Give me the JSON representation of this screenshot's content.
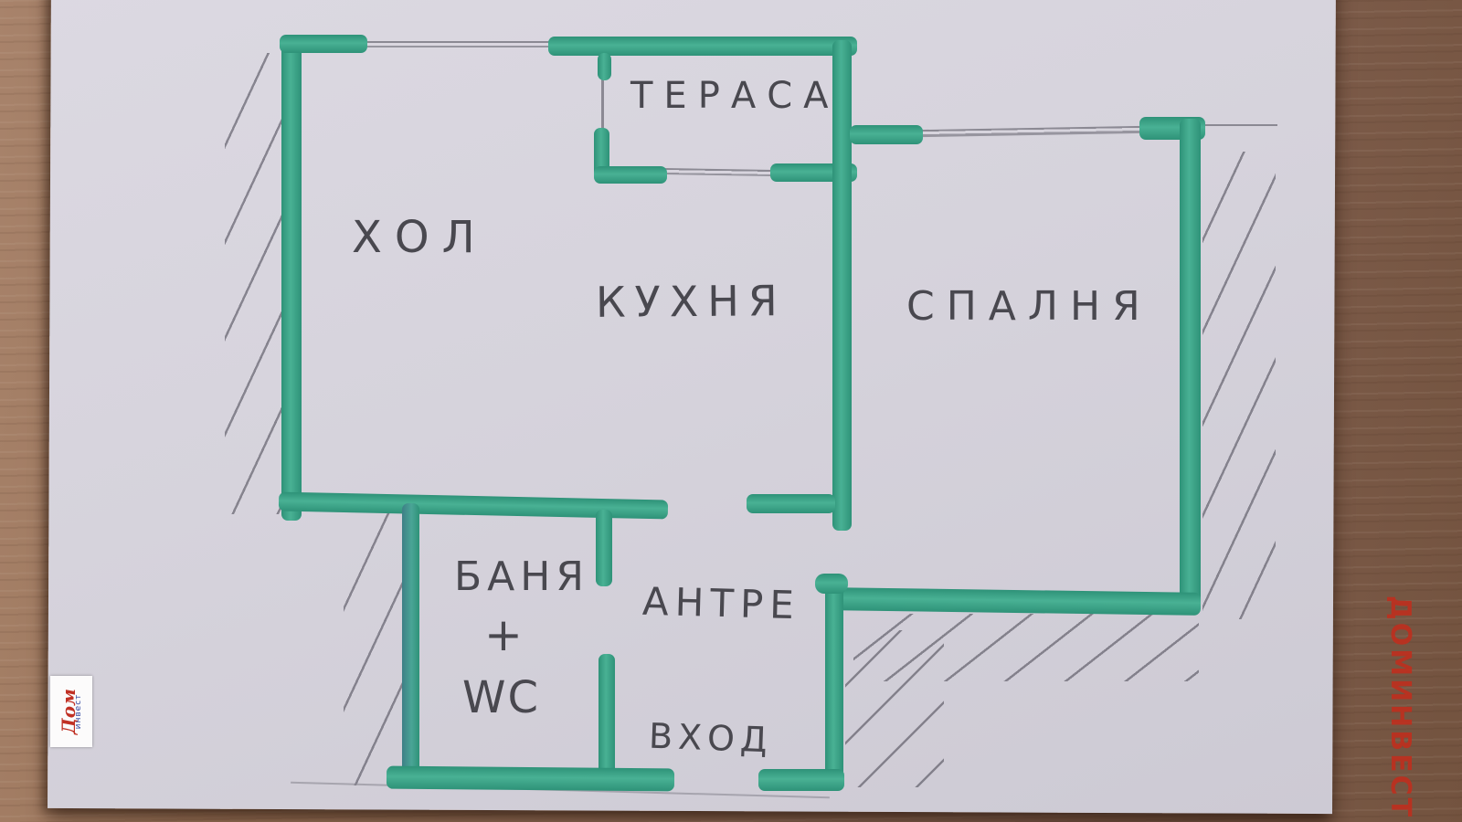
{
  "scene": {
    "description": "Hand-drawn apartment floor plan, teal marker and pencil on paper, photographed on a wooden table"
  },
  "rooms": {
    "terrace": "ТЕРАСА",
    "hall": "ХОЛ",
    "kitchen": "КУХНЯ",
    "bedroom": "СПАЛНЯ",
    "bathroom_line1": "БАНЯ",
    "bathroom_line2": "+",
    "bathroom_line3": "WC",
    "entry_hall": "АНТРЕ",
    "entrance": "ВХОД"
  },
  "branding": {
    "watermark_vertical": "ДОМИНВЕСТ",
    "logo_word1": "Дом",
    "logo_word2": "инвест"
  },
  "colors": {
    "marker_teal": "#3fa78d",
    "pencil_gray": "#8b8993",
    "ink_text": "#49484f",
    "watermark_red": "#bf2f1e",
    "paper": "#d6d3dc",
    "wood": "#8c6954"
  }
}
